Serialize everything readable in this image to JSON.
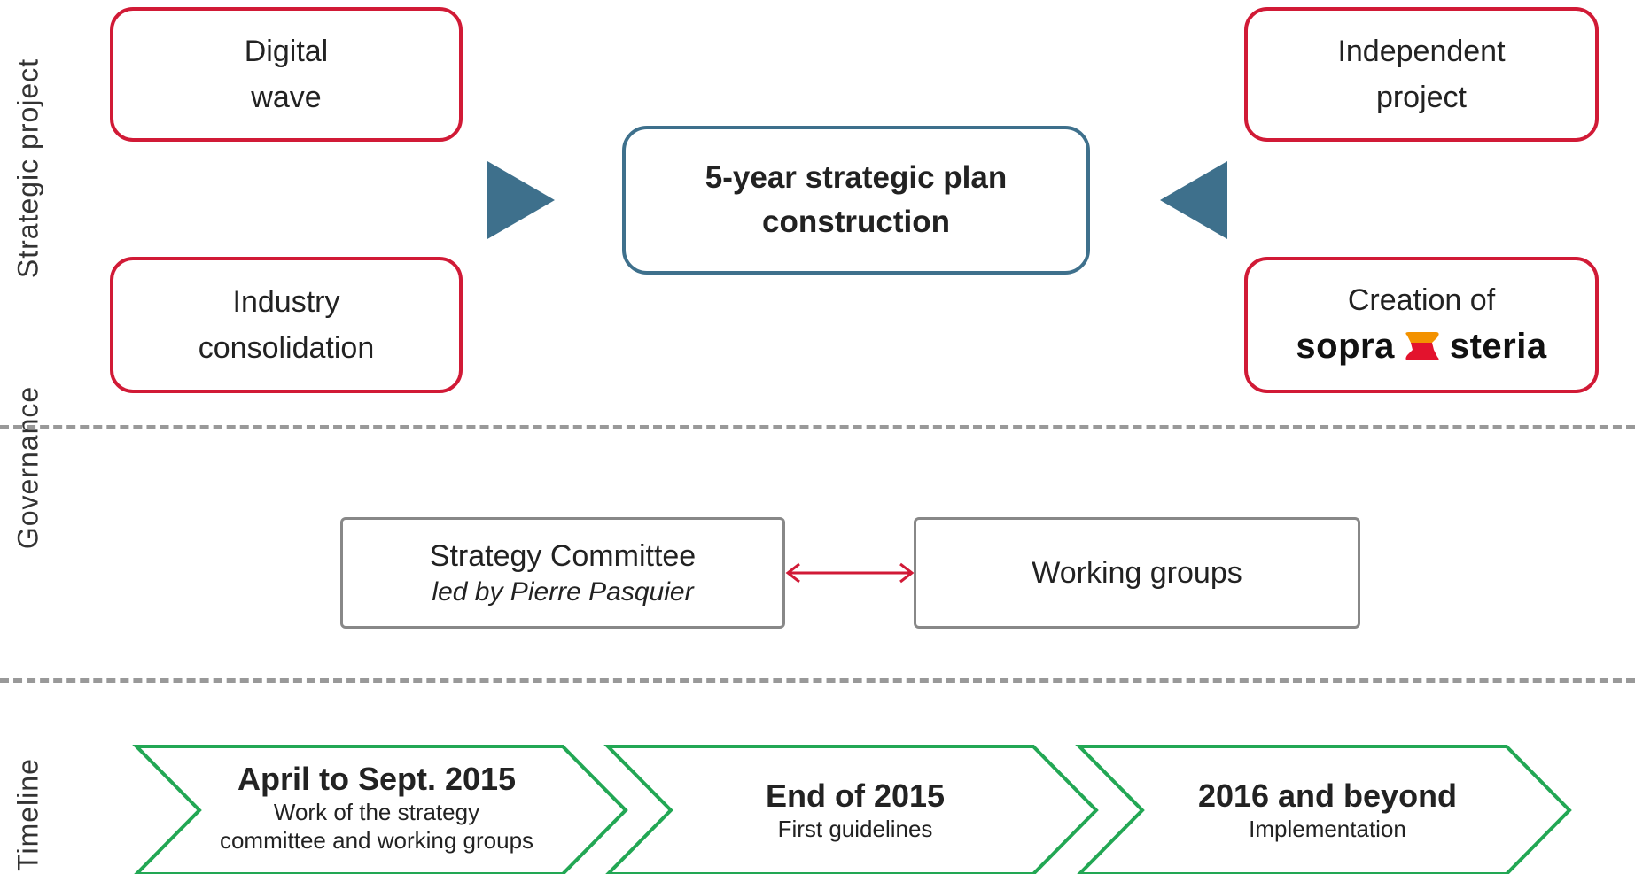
{
  "sections": {
    "strategic": "Strategic project",
    "governance": "Governance",
    "timeline": "Timeline"
  },
  "strategic": {
    "digital_wave": "Digital\nwave",
    "industry": "Industry\nconsolidation",
    "independent": "Independent\nproject",
    "creation_label": "Creation of",
    "logo_left": "sopra",
    "logo_right": "steria",
    "center_line1": "5-year strategic plan",
    "center_line2": "construction"
  },
  "governance": {
    "committee_title": "Strategy Committee",
    "committee_sub": "led by Pierre Pasquier",
    "working_groups": "Working groups"
  },
  "timeline": [
    {
      "title": "April to Sept. 2015",
      "sub1": "Work of the strategy",
      "sub2": "committee and working groups"
    },
    {
      "title": "End of 2015",
      "sub1": "First guidelines",
      "sub2": ""
    },
    {
      "title": "2016 and beyond",
      "sub1": "Implementation",
      "sub2": ""
    }
  ],
  "colors": {
    "red_border": "#d11a36",
    "blue_border": "#3e708c",
    "green_border": "#22a754",
    "grey_border": "#888888",
    "logo_red": "#e3132d",
    "logo_orange": "#f39200"
  }
}
